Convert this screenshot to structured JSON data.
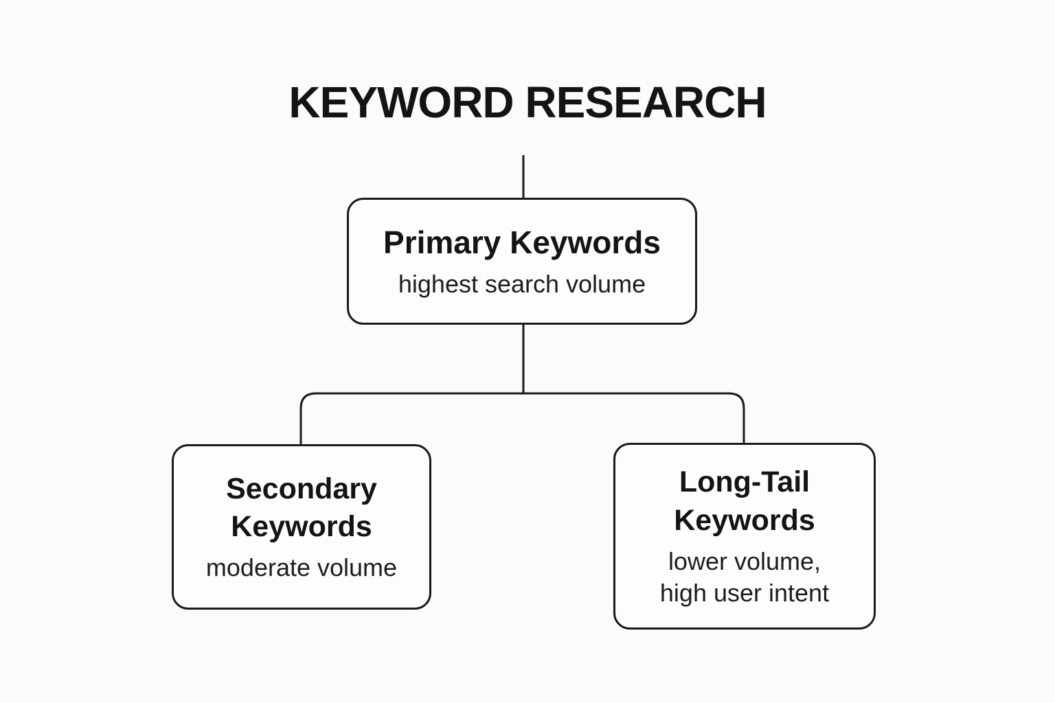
{
  "title": "KEYWORD RESEARCH",
  "colors": {
    "background": "#fcfbf9",
    "line": "#1a1a1a",
    "box_background": "#fdfdfc",
    "text": "#141414"
  },
  "nodes": {
    "primary": {
      "title": "Primary Keywords",
      "subtitle_lines": [
        "highest search volume"
      ]
    },
    "secondary": {
      "title": "Secondary Keywords",
      "subtitle_lines": [
        "moderate volume"
      ]
    },
    "longtail": {
      "title": "Long-Tail Keywords",
      "subtitle_lines": [
        "lower volume,",
        "high user intent"
      ]
    }
  }
}
